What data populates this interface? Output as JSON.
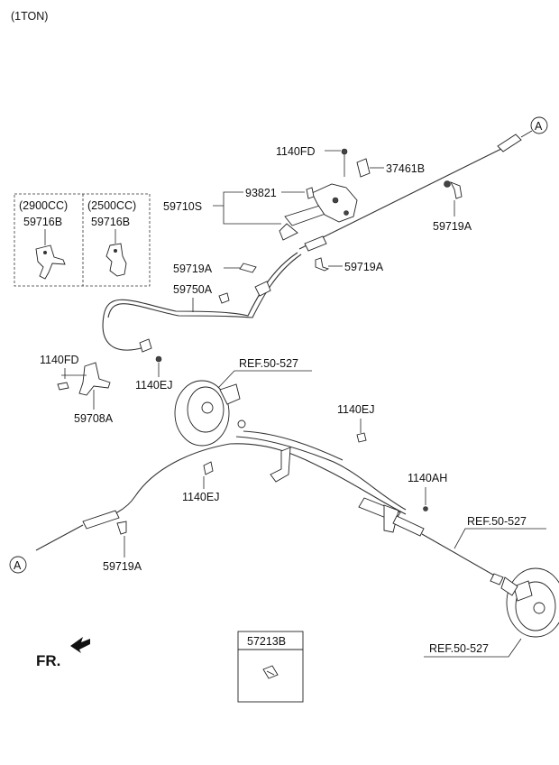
{
  "header": {
    "variant": "(1TON)"
  },
  "option_box": {
    "left_title": "(2900CC)",
    "left_part": "59716B",
    "right_title": "(2500CC)",
    "right_part": "59716B"
  },
  "callouts": {
    "c_1140fd_top": "1140FD",
    "c_37461b": "37461B",
    "c_93821": "93821",
    "c_59710s": "59710S",
    "c_59719a_top": "59719A",
    "c_59719a_mid_left": "59719A",
    "c_59719a_mid_right": "59719A",
    "c_59750a": "59750A",
    "c_1140fd_left": "1140FD",
    "c_1140ej_left": "1140EJ",
    "c_59708a": "59708A",
    "c_ref_upper": "REF.50-527",
    "c_1140ej_right": "1140EJ",
    "c_1140ah": "1140AH",
    "c_1140ej_mid": "1140EJ",
    "c_ref_right": "REF.50-527",
    "c_59719a_bottom": "59719A",
    "c_ref_bottom": "REF.50-527"
  },
  "connectors": {
    "top": "A",
    "bottom": "A"
  },
  "legend_box": {
    "part": "57213B"
  },
  "direction": {
    "label": "FR."
  }
}
